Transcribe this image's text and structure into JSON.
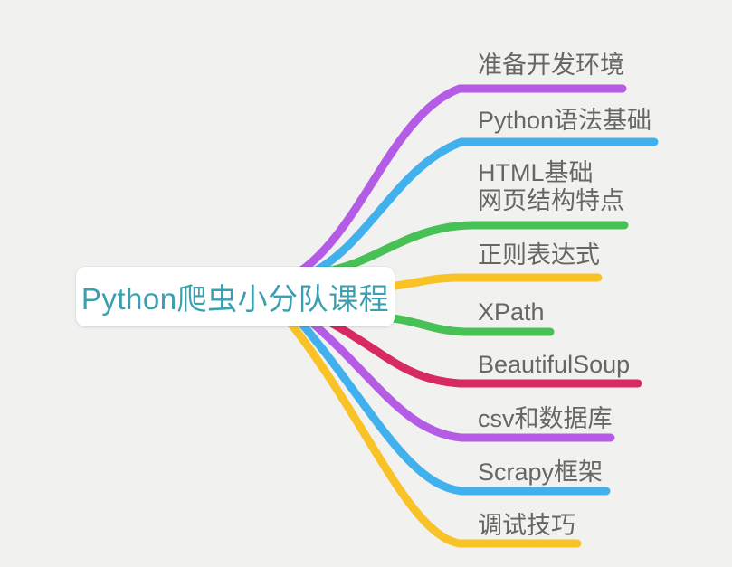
{
  "canvas": {
    "background": "#f1f1ef"
  },
  "root": {
    "label": "Python爬虫小分队课程",
    "text_color": "#3a9fb0",
    "background": "#ffffff"
  },
  "branch_text_color": "#666665",
  "palette": {
    "purple": "#b55ce6",
    "blue": "#41b1ee",
    "green": "#47c055",
    "yellow": "#f9c328",
    "crimson": "#d82a62"
  },
  "branches": [
    {
      "lines": [
        "准备开发环境"
      ],
      "color": "#b55ce6"
    },
    {
      "lines": [
        "Python语法基础"
      ],
      "color": "#41b1ee"
    },
    {
      "lines": [
        "HTML基础",
        "网页结构特点"
      ],
      "color": "#47c055"
    },
    {
      "lines": [
        "正则表达式"
      ],
      "color": "#f9c328"
    },
    {
      "lines": [
        "XPath"
      ],
      "color": "#47c055"
    },
    {
      "lines": [
        "BeautifulSoup"
      ],
      "color": "#d82a62"
    },
    {
      "lines": [
        "csv和数据库"
      ],
      "color": "#b55ce6"
    },
    {
      "lines": [
        "Scrapy框架"
      ],
      "color": "#41b1ee"
    },
    {
      "lines": [
        "调试技巧"
      ],
      "color": "#f9c328"
    }
  ]
}
